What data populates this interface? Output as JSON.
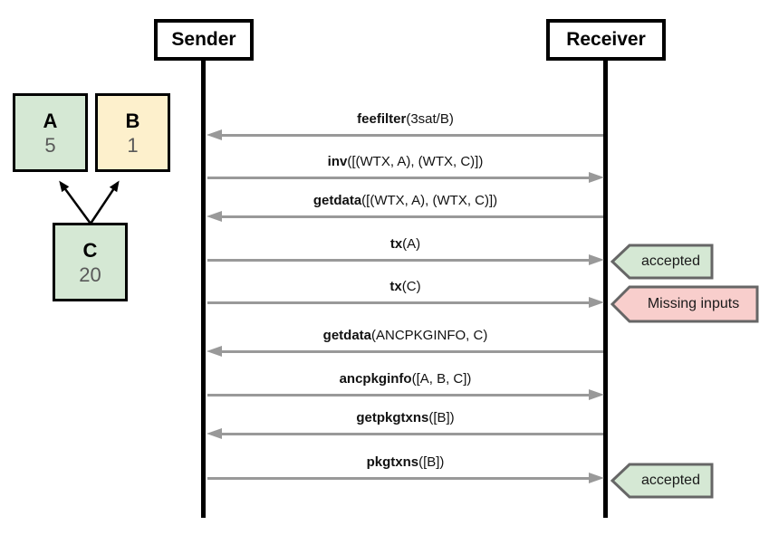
{
  "actors": [
    {
      "label": "Sender"
    },
    {
      "label": "Receiver"
    }
  ],
  "tx_graph": {
    "boxes": [
      {
        "label": "A",
        "value": "5",
        "fill": "#d5e8d4"
      },
      {
        "label": "B",
        "value": "1",
        "fill": "#fdf0cc"
      },
      {
        "label": "C",
        "value": "20",
        "fill": "#d5e8d4"
      }
    ],
    "edges": [
      {
        "from": "C",
        "to": "A"
      },
      {
        "from": "C",
        "to": "B"
      }
    ]
  },
  "messages": [
    {
      "name": "feefilter",
      "args": "(3sat/B)",
      "direction": "left"
    },
    {
      "name": "inv",
      "args": "([(WTX, A), (WTX, C)])",
      "direction": "right"
    },
    {
      "name": "getdata",
      "args": "([(WTX, A), (WTX, C)])",
      "direction": "left"
    },
    {
      "name": "tx",
      "args": "(A)",
      "direction": "right",
      "result": "accepted"
    },
    {
      "name": "tx",
      "args": "(C)",
      "direction": "right",
      "result": "Missing inputs"
    },
    {
      "name": "getdata",
      "args": "(ANCPKGINFO, C)",
      "direction": "left"
    },
    {
      "name": "ancpkginfo",
      "args": "([A, B, C])",
      "direction": "right"
    },
    {
      "name": "getpkgtxns",
      "args": "([B])",
      "direction": "left"
    },
    {
      "name": "pkgtxns",
      "args": "([B])",
      "direction": "right",
      "result": "accepted"
    }
  ],
  "tags": [
    {
      "label": "accepted",
      "fill": "#d5e8d4",
      "status": "success"
    },
    {
      "label": "Missing inputs",
      "fill": "#f8cecc",
      "status": "error"
    },
    {
      "label": "accepted",
      "fill": "#d5e8d4",
      "status": "success"
    }
  ],
  "colors": {
    "message_arrow": "#999999",
    "tag_border": "#666666",
    "success_fill": "#d5e8d4",
    "error_fill": "#f8cecc",
    "yellow_fill": "#fdf0cc",
    "box_border": "#000000",
    "value_text": "#595959"
  }
}
